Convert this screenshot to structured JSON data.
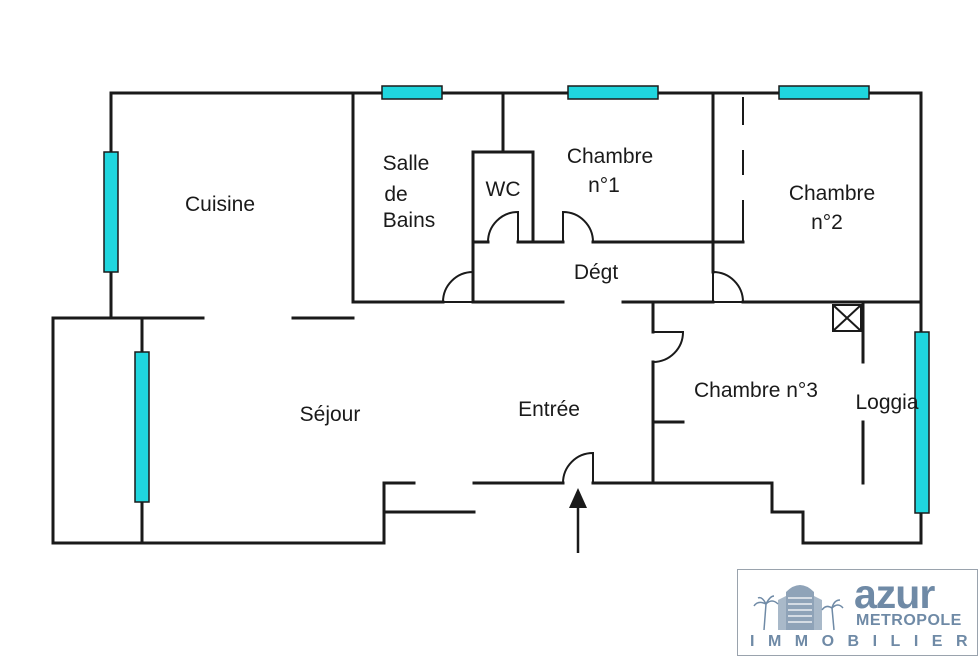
{
  "rooms": {
    "cuisine": "Cuisine",
    "salle_de_bains": [
      "Salle",
      "de",
      "Bains"
    ],
    "wc": "WC",
    "chambre1": [
      "Chambre",
      "n°1"
    ],
    "chambre2": [
      "Chambre",
      "n°2"
    ],
    "degt": "Dégt",
    "sejour": "Séjour",
    "entree": "Entrée",
    "chambre3": "Chambre n°3",
    "loggia": "Loggia"
  },
  "colors": {
    "window": "#1fd6de",
    "wall": "#1a1a1a",
    "logo": "#6f8aa6"
  },
  "logo": {
    "brand": "azur",
    "sub": "METROPOLE",
    "tagline": "IMMOBILIER"
  },
  "icons": {
    "entrance": "entrance-arrow-icon",
    "duct": "ventilation-duct-icon",
    "logo": "building-palm-logo-icon"
  }
}
